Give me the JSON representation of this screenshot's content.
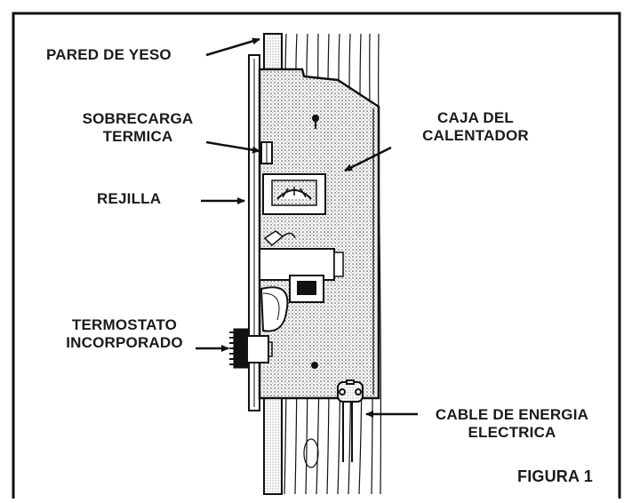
{
  "labels": {
    "wall": "PARED DE YESO",
    "overload": [
      "SOBRECARGA",
      "TERMICA"
    ],
    "grille": "REJILLA",
    "thermostat": [
      "TERMOSTATO",
      "INCORPORADO"
    ],
    "housing": [
      "CAJA DEL",
      "CALENTADOR"
    ],
    "cable": [
      "CABLE DE ENERGIA",
      "ELECTRICA"
    ]
  },
  "figure_caption": "FIGURA 1"
}
